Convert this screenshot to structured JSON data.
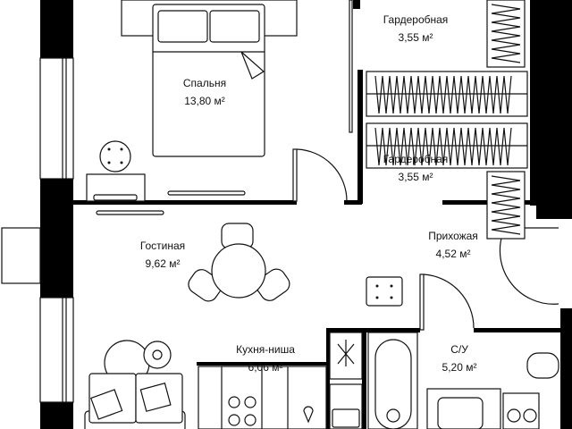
{
  "rooms": [
    {
      "name": "Гардеробная",
      "area": "3,55 м²"
    },
    {
      "name": "Спальня",
      "area": "13,80 м²"
    },
    {
      "name": "Гардеробная",
      "area": "3,55 м²"
    },
    {
      "name": "Гостиная",
      "area": "9,62 м²"
    },
    {
      "name": "Прихожая",
      "area": "4,52 м²"
    },
    {
      "name": "Кухня-ниша",
      "area": "6,06 м²"
    },
    {
      "name": "С/У",
      "area": "5,20 м²"
    }
  ],
  "colors": {
    "wall": "#000000",
    "line": "#111111",
    "background": "#ffffff"
  }
}
